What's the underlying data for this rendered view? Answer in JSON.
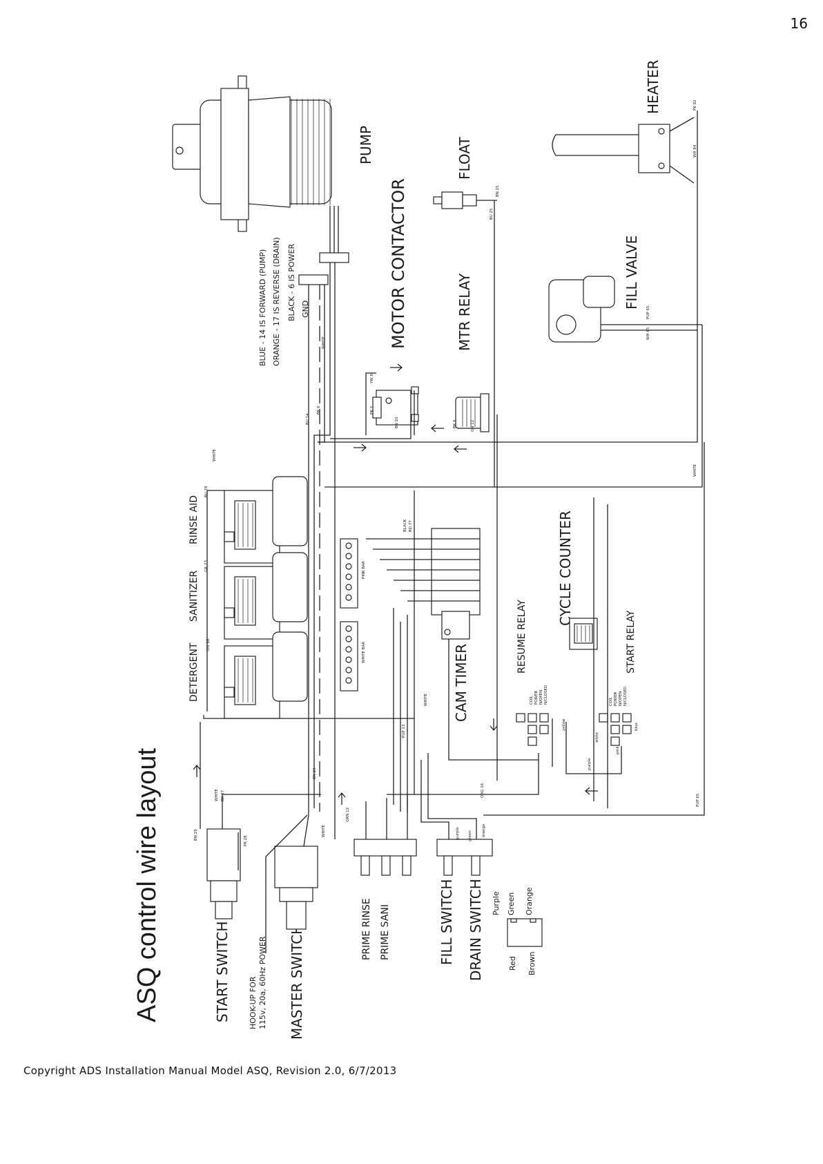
{
  "page": {
    "number": "16"
  },
  "footer": {
    "copyright": "Copyright ADS Installation Manual Model ASQ, Revision 2.0, 6/7/2013"
  },
  "diagram": {
    "title": "ASQ control wire layout",
    "components": {
      "pump": "PUMP",
      "heater": "HEATER",
      "float": "FLOAT",
      "motor_contactor": "MOTOR CONTACTOR",
      "mtr_relay": "MTR RELAY",
      "fill_valve": "FILL VALVE",
      "rinse_aid": "RINSE AID",
      "sanitizer": "SANITIZER",
      "detergent": "DETERGENT",
      "cycle_counter": "CYCLE COUNTER",
      "resume_relay": "RESUME RELAY",
      "start_relay": "START RELAY",
      "cam_timer": "CAM TIMER",
      "start_switch": "START SWITCH",
      "master_switch": "MASTER SWITCH",
      "prime_rinse": "PRIME RINSE",
      "prime_sani": "PRIME SANI",
      "fill_switch": "FILL SWITCH",
      "drain_switch": "DRAIN SWITCH",
      "pink_bar": "PINK BAR",
      "white_bar": "WHITE BAR"
    },
    "hookup": [
      "HOOK-UP FOR",
      "115v, 20a, 60Hz POWER"
    ],
    "pump_notes": [
      "BLUE - 14 IS FORWARD (PUMP)",
      "ORANGE - 17 IS REVERSE (DRAIN)",
      "BLACK - 6 IS POWER",
      "GND"
    ],
    "relay_pins": [
      "COIL",
      "POWER",
      "N/OPEN",
      "N/CLOSED"
    ],
    "switch_wire_colors": [
      "Purple",
      "Green",
      "Orange",
      "Red",
      "Brown"
    ],
    "wire_labels": {
      "w_white": "WHITE",
      "w_bu78": "BU 78",
      "w_gr73": "GR 73",
      "w_og68": "OG 68",
      "w_bu14": "BU 14",
      "w_bk6": "BK 6",
      "w_yw8": "YW 8",
      "w_pk7": "PK 7",
      "w_bn20": "BN 20",
      "w_bk6b": "BK 6",
      "w_gn12": "GN 12",
      "w_bn25": "BN 25",
      "w_bu25": "BU 25",
      "w_pk82": "PK 82",
      "w_wh84": "WH 84",
      "w_wh65": "WH 65",
      "w_pup65": "PUP 65",
      "w_black": "BLACK",
      "w_red77": "RD 77",
      "w_pup13": "PUP 13",
      "w_bn29": "BN 29",
      "w_bk37": "BK 37",
      "w_pk28": "PK 28",
      "w_gn12b": "GRN 12",
      "w_org16": "ORG 16",
      "w_pup65b": "PUP 65",
      "w_yellow": "yellow",
      "w_purple": "purple",
      "w_white2": "white",
      "w_blue": "blue",
      "w_pink": "pink",
      "w_green": "green",
      "w_orange": "orange"
    }
  }
}
